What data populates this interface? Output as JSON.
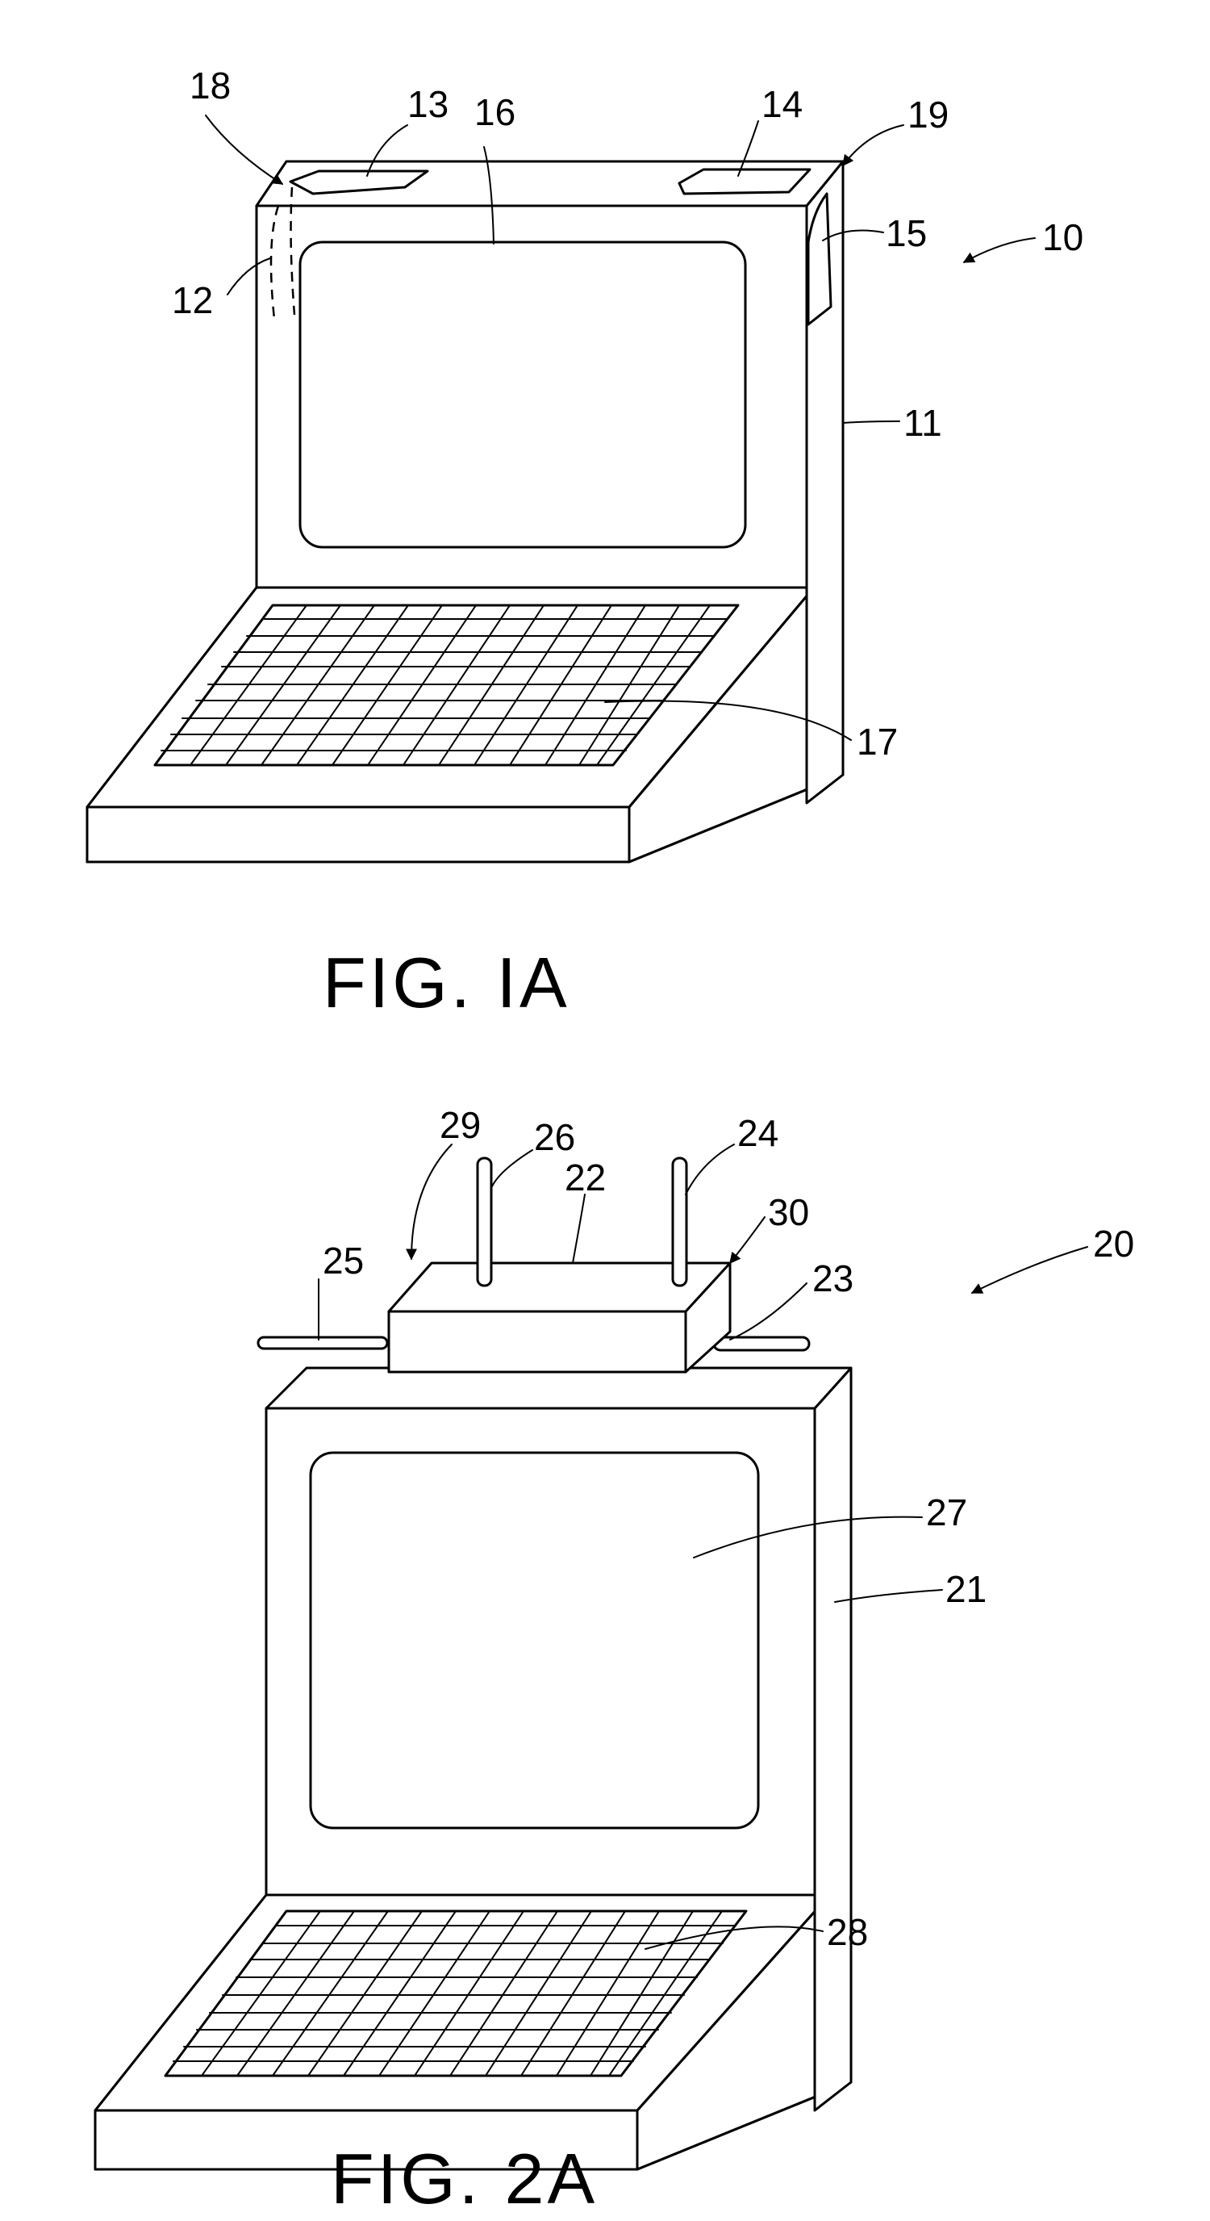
{
  "figures": [
    {
      "caption": "FIG. IA",
      "refs": [
        "10",
        "11",
        "12",
        "13",
        "14",
        "15",
        "16",
        "17",
        "18",
        "19"
      ]
    },
    {
      "caption": "FIG. 2A",
      "refs": [
        "20",
        "21",
        "22",
        "23",
        "24",
        "25",
        "26",
        "27",
        "28",
        "29",
        "30"
      ]
    }
  ]
}
